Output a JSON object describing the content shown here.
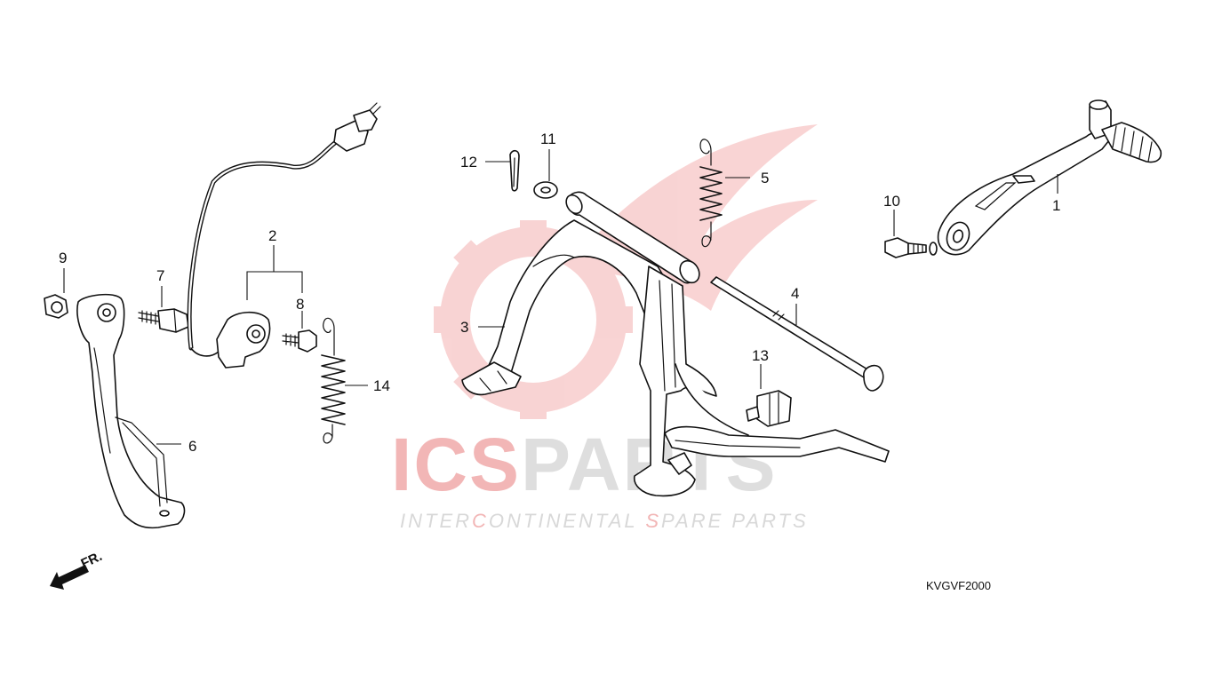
{
  "watermark": {
    "brand_red": "ICS",
    "brand_gray": "PARTS",
    "tagline_1": "INTER",
    "tagline_2": "C",
    "tagline_3": "ONTINENTAL ",
    "tagline_4": "S",
    "tagline_5": "PARE PARTS",
    "color_red": "#f2b6b6",
    "color_gray": "#dedede"
  },
  "callouts": [
    "1",
    "2",
    "3",
    "4",
    "5",
    "6",
    "7",
    "8",
    "9",
    "10",
    "11",
    "12",
    "13",
    "14"
  ],
  "diagram_code": "KVGVF2000",
  "direction_label": "FR."
}
